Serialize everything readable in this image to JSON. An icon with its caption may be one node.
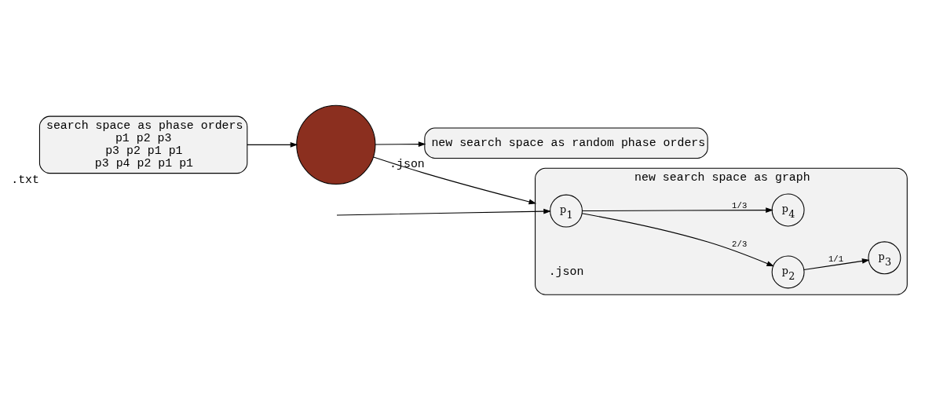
{
  "diagram": {
    "nodes": [
      {
        "text": [
          "search space as phase orders",
          "p1 p2 p3",
          "p3 p2 p1 p1",
          "p3 p4 p2 p1 p1"
        ],
        "beside": [
          ".txt"
        ]
      },
      {
        "text": [],
        "shape": "circle"
      },
      {
        "text": [
          "new search space as random phase orders"
        ],
        "beside": [
          ".json"
        ]
      },
      {
        "text": [
          "new search space as graph"
        ],
        "beside": [
          ".json"
        ]
      },
      {
        "text": [
          "p$_{1}$"
        ],
        "in": 3
      },
      {
        "text": [
          "p$_{2}$"
        ],
        "in": 3
      },
      {
        "text": [
          "p$_{3}$"
        ],
        "in": 3
      },
      {
        "text": [
          "p$_{4}$"
        ],
        "in": 3
      }
    ],
    "edges": [
      {
        "from": 0,
        "to": 1,
        "arrow": "to"
      },
      {
        "from": 1,
        "to": 2,
        "arrow": "to"
      },
      {
        "from": 1,
        "to": 3,
        "arrow": "to"
      },
      {
        "from": null,
        "to": 4,
        "arrow": "to"
      },
      {
        "from": 4,
        "to": 5,
        "arrow": "to",
        "label": "2/3"
      },
      {
        "from": 5,
        "to": 6,
        "arrow": "to",
        "label": "1/1"
      },
      {
        "from": 4,
        "to": 7,
        "arrow": "to",
        "label": "1/3"
      }
    ]
  }
}
